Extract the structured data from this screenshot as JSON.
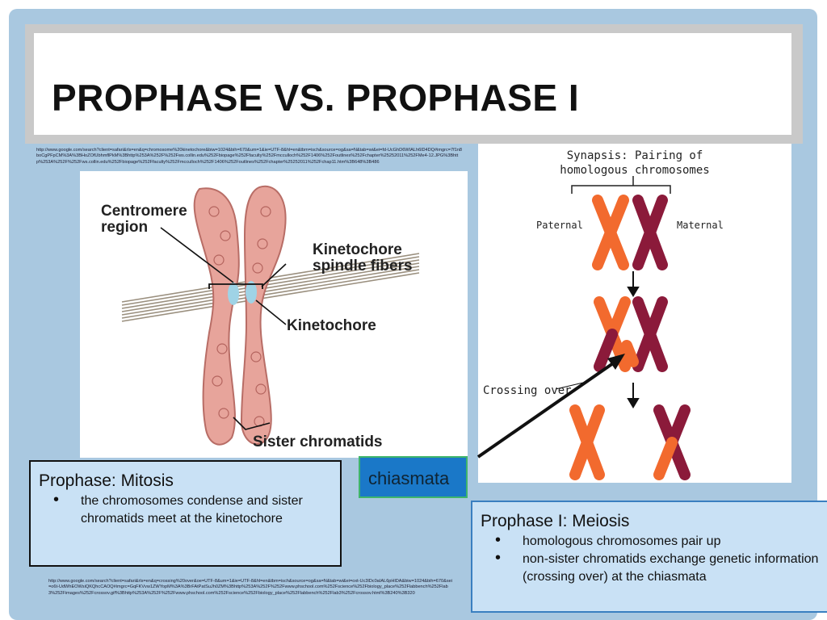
{
  "slide": {
    "title": "PROPHASE VS. PROPHASE I"
  },
  "source_urls": {
    "top": "http://www.google.com/search?client=safari&rls=en&q=chromosome%20kinetochore&biw=1024&bih=670&um=1&ie=UTF-8&hl=en&tbm=isch&source=og&sa=N&tab=wi&ei=fd-UcGhD6WIALh6lD4DQ#imgrc=7f1n8boCgPFpCM%3A%3BHoZOfUbhmflPkM%3Bhttp%253A%252F%252Fws.collin.edu%252Fbiopage%252Ffaculty%252Fmcculloch%252F1406%252Foutlines%252Fchapter%25252011%252FMe4-12.JPG%3Bhttp%253A%252F%252Fws.collin.edu%252Fbiopage%252Ffaculty%252Fmcculloch%252F1406%252Foutlines%252Fchapter%25252011%252Fchap11.htm%3B648%3B486",
    "bottom": "http://www.google.com/search?client=safari&rls=en&q=crossing%20over&oe=UTF-8&um=1&ie=UTF-8&hl=en&tbm=isch&source=og&sa=N&tab=wi&ei=oxt-Uc3lDc0aIAL6pHlDA&biw=1024&bih=670&sei=o6t-UdWhEOWsiQKQhcCAOQ#imgrc=GqFKVvw1ZWYopM%3A%3BrFAtPatSuJh0ZM%3Bhttp%253A%252F%252Fwww.phschool.com%252Fscience%252Fbiology_place%252Flabbench%252Flab3%252Fimages%252Fcrossov.gif%3Bhttp%253A%252F%252Fwww.phschool.com%252Fscience%252Fbiology_place%252Flabbench%252Flab3%252Fcrossov.html%3B240%3B320"
  },
  "left_image": {
    "labels": {
      "centromere_line1": "Centromere",
      "centromere_line2": "region",
      "kinetochore_fibers_line1": "Kinetochore",
      "kinetochore_fibers_line2": "spindle fibers",
      "kinetochore": "Kinetochore",
      "sister_chromatids": "Sister chromatids"
    }
  },
  "right_image": {
    "heading_line1": "Synapsis: Pairing of",
    "heading_line2": "homologous chromosomes",
    "paternal": "Paternal",
    "maternal": "Maternal",
    "crossing_over": "Crossing over"
  },
  "mitosis_box": {
    "heading": "Prophase: Mitosis",
    "bullets": [
      "the chromosomes condense and sister chromatids meet at the kinetochore"
    ]
  },
  "chiasmata": {
    "label": "chiasmata"
  },
  "meiosis_box": {
    "heading": "Prophase I: Meiosis",
    "bullets": [
      "homologous chromosomes pair up",
      "non-sister chromatids exchange genetic information (crossing over) at the chiasmata"
    ]
  },
  "colors": {
    "paternal": "#f26a2e",
    "maternal": "#8b1a3a",
    "chromatid": "#e9a9a0",
    "box_fill": "#c9e1f5",
    "chiasmata_fill": "#1a78c8",
    "slide_bg": "#a9c8e0"
  }
}
